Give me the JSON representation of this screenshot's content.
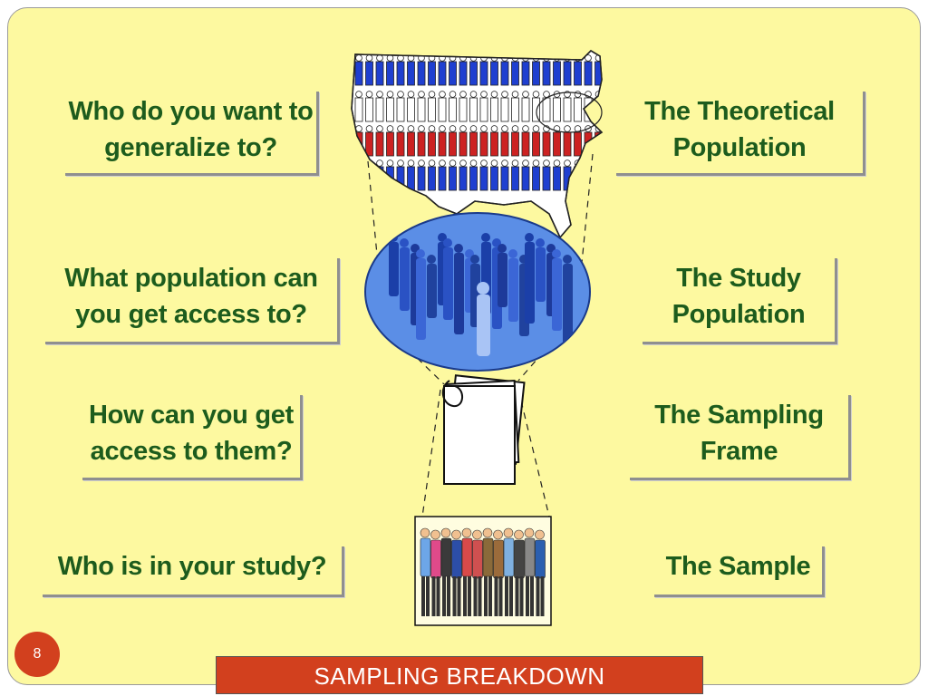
{
  "slide": {
    "page_number": "8",
    "footer_title": "SAMPLING BREAKDOWN"
  },
  "questions": [
    {
      "line1": "Who do you want to",
      "line2": "generalize to?"
    },
    {
      "line1": "What population can",
      "line2": "you get access to?"
    },
    {
      "line1": "How can you get",
      "line2": "access to them?"
    },
    {
      "line1": "Who is in your study?"
    }
  ],
  "terms": [
    {
      "line1": "The Theoretical",
      "line2": "Population"
    },
    {
      "line1": "The Study",
      "line2": "Population"
    },
    {
      "line1": "The Sampling",
      "line2": "Frame"
    },
    {
      "line1": "The Sample"
    }
  ],
  "colors": {
    "background": "#fdf9a0",
    "text": "#1d5c1d",
    "accent": "#d2401e",
    "ellipse": "#5b8ee6",
    "figure_red": "#cc2222",
    "figure_blue": "#1f3fd0"
  }
}
